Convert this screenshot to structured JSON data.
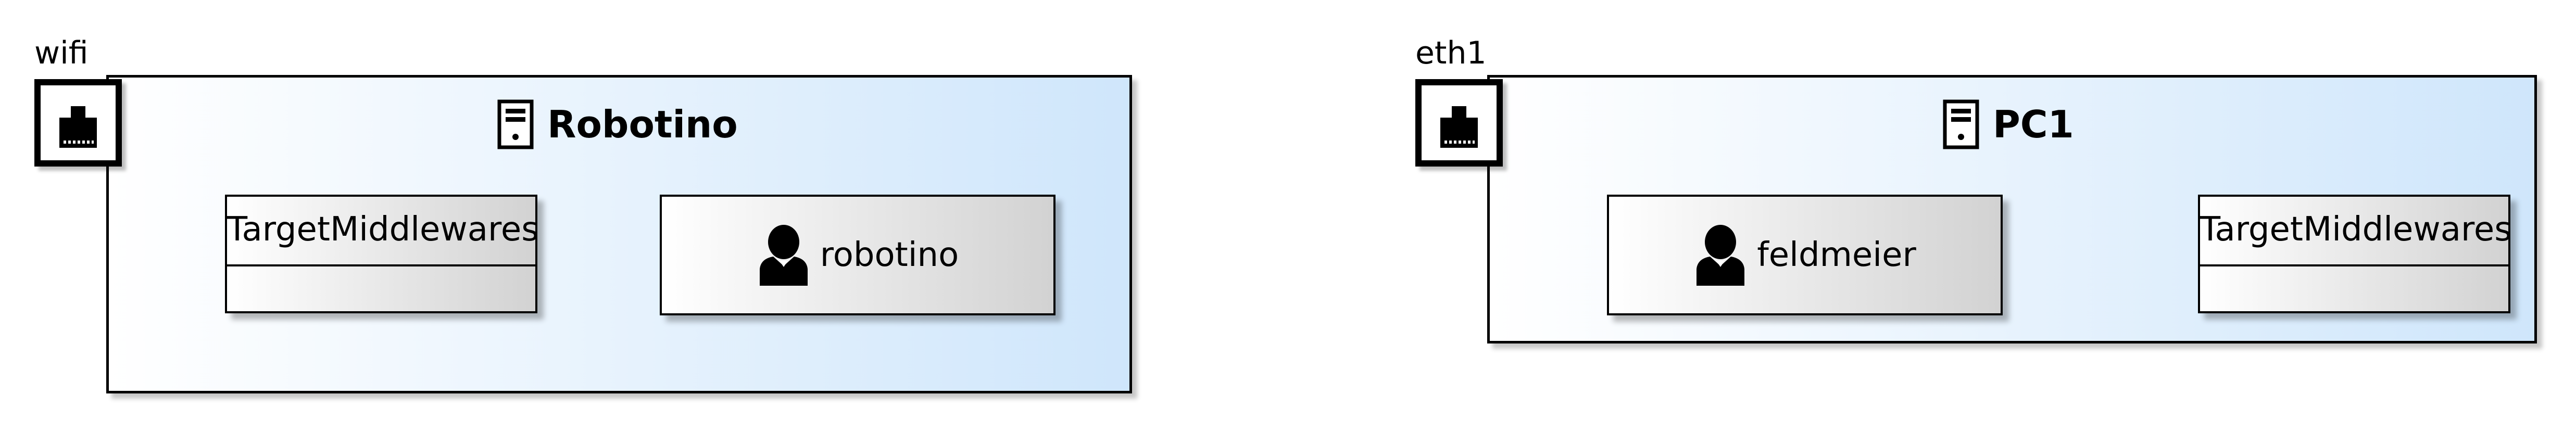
{
  "left": {
    "port_label": "wifi",
    "node_title": "Robotino",
    "parts": [
      {
        "name": "TargetMiddlewares"
      }
    ],
    "actors": [
      {
        "name": "robotino"
      }
    ]
  },
  "right": {
    "port_label": "eth1",
    "node_title": "PC1",
    "parts": [
      {
        "name": "TargetMiddlewares"
      }
    ],
    "actors": [
      {
        "name": "feldmeier"
      }
    ]
  },
  "icons": {
    "port": "ethernet-port-icon",
    "node": "computer-tower-icon",
    "actor": "person-icon"
  }
}
